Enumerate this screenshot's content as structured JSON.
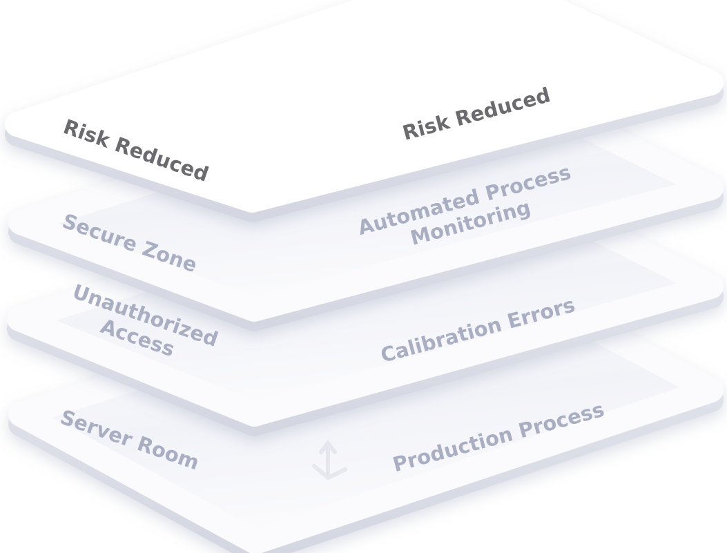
{
  "colors": {
    "top_text": "#6b6b6f",
    "layer_text": "#a9aec2",
    "face": "#fbfbfd",
    "side": "#dfe1ea"
  },
  "layers": [
    {
      "left": "Risk Reduced",
      "right": "Risk Reduced"
    },
    {
      "left": "Secure Zone",
      "right_line1": "Automated Process",
      "right_line2": "Monitoring"
    },
    {
      "left_line1": "Unauthorized",
      "left_line2": "Access",
      "right": "Calibration Errors"
    },
    {
      "left": "Server Room",
      "right": "Production Process"
    }
  ],
  "icons": [
    "axes-arrow-icon"
  ]
}
